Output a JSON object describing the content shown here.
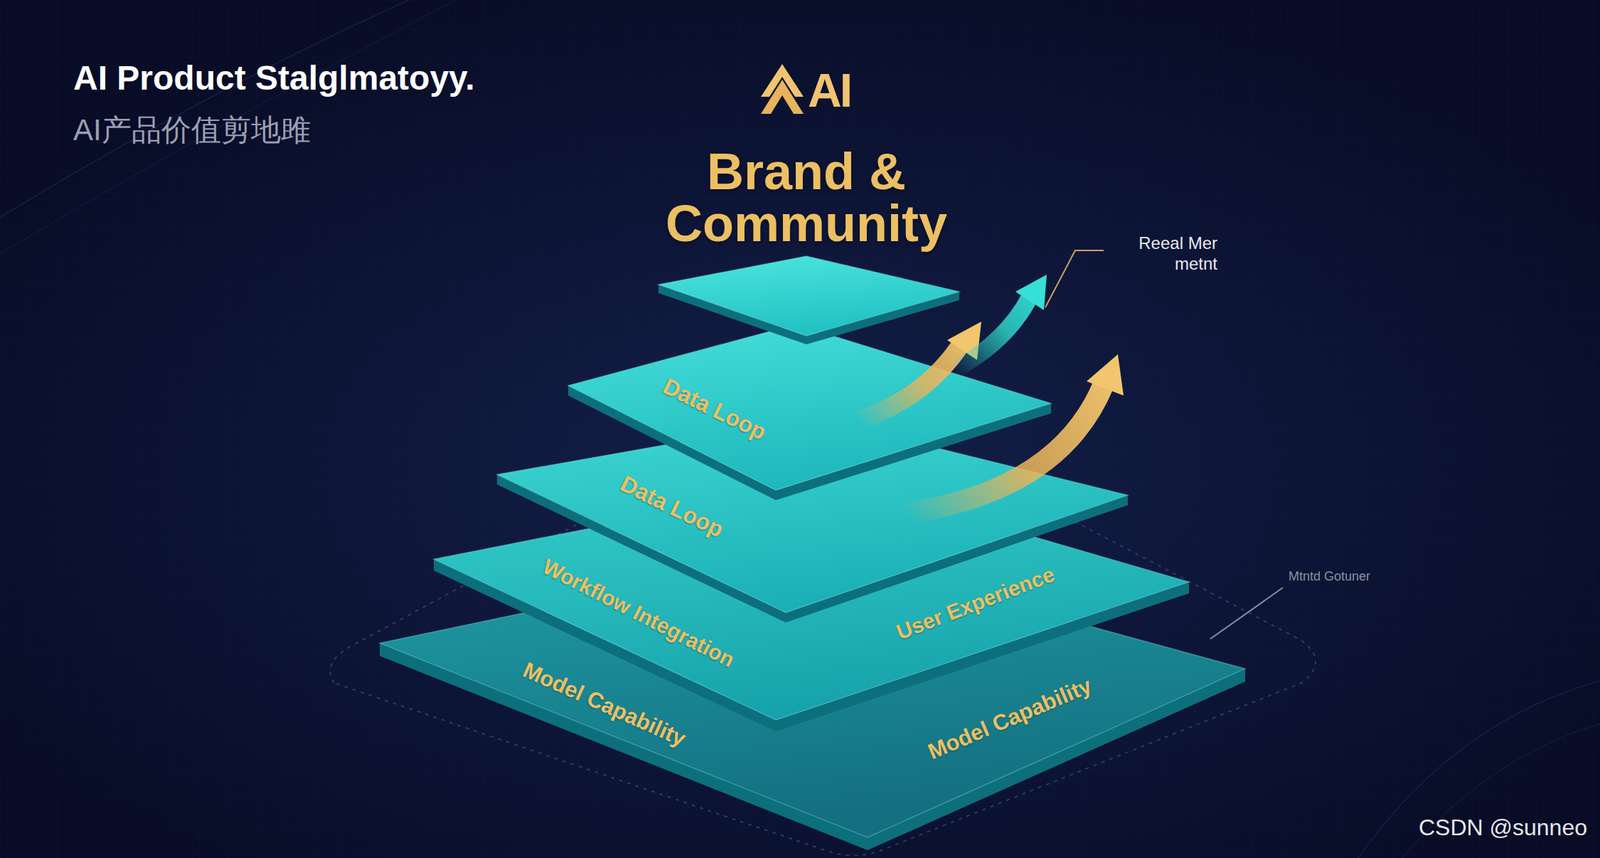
{
  "diagram": {
    "title": "AI Product Stalglmatoyy.",
    "nodes": [
      {
        "text": [
          "Brand & Community"
        ]
      },
      {
        "text": [
          "Data Loop"
        ]
      },
      {
        "text": [
          "Data Loop"
        ]
      },
      {
        "text": [
          "Workflow Integration",
          "User Experience"
        ]
      },
      {
        "text": [
          "Model Capability",
          "Model Capability"
        ]
      }
    ],
    "labels": [
      "AI产品价值剪地雎",
      "AI",
      "Reeal Mer metnt",
      "Mtntd Gotuner",
      "CSDN @sunneo"
    ]
  }
}
